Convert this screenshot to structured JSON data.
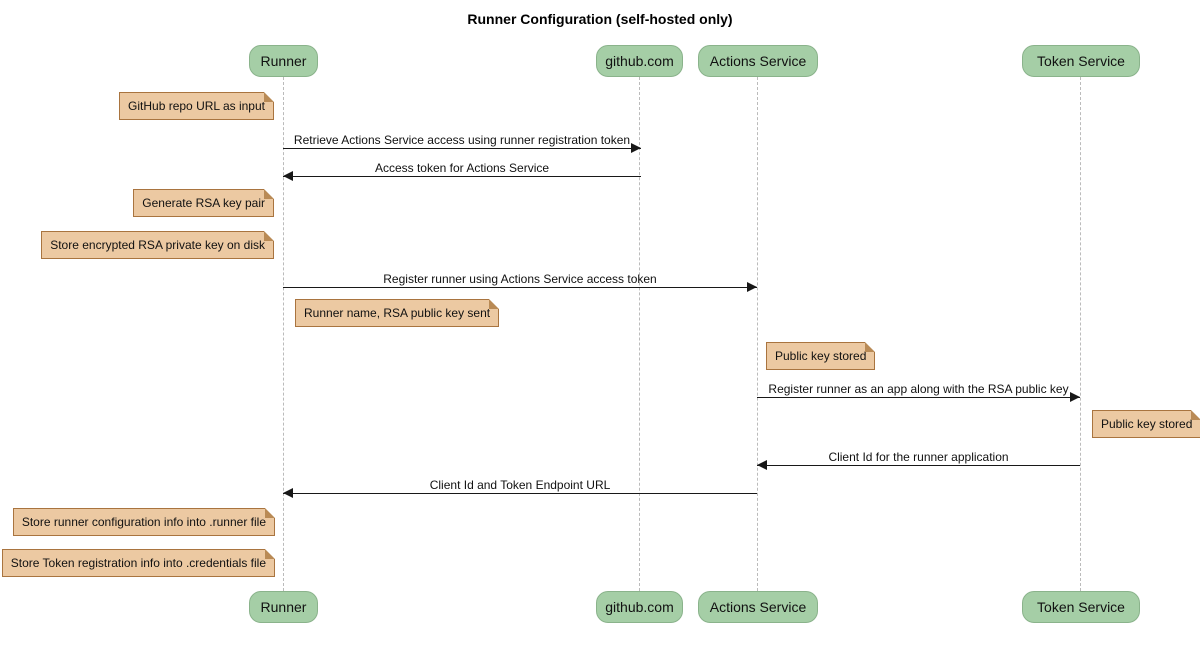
{
  "title": "Runner Configuration (self-hosted only)",
  "participants": [
    {
      "id": "runner",
      "label": "Runner"
    },
    {
      "id": "github",
      "label": "github.com"
    },
    {
      "id": "actions",
      "label": "Actions Service"
    },
    {
      "id": "token",
      "label": "Token Service"
    }
  ],
  "messages": [
    {
      "text": "Retrieve Actions Service access using runner registration token",
      "from": "Runner",
      "to": "github.com"
    },
    {
      "text": "Access token for Actions Service",
      "from": "github.com",
      "to": "Runner"
    },
    {
      "text": "Register runner using Actions Service access token",
      "from": "Runner",
      "to": "Actions Service"
    },
    {
      "text": "Register runner as an app along with the RSA public key",
      "from": "Actions Service",
      "to": "Token Service"
    },
    {
      "text": "Client Id for the runner application",
      "from": "Token Service",
      "to": "Actions Service"
    },
    {
      "text": "Client Id and Token Endpoint URL",
      "from": "Actions Service",
      "to": "Runner"
    }
  ],
  "notes": [
    {
      "text": "GitHub repo URL as input",
      "placement": "left of Runner"
    },
    {
      "text": "Generate RSA key pair",
      "placement": "left of Runner"
    },
    {
      "text": "Store encrypted RSA private key on disk",
      "placement": "left of Runner"
    },
    {
      "text": "Runner name, RSA public key sent",
      "placement": "right of Runner"
    },
    {
      "text": "Public key stored",
      "placement": "right of Actions Service"
    },
    {
      "text": "Public key stored",
      "placement": "right of Token Service"
    },
    {
      "text": "Store runner configuration info into .runner file",
      "placement": "left of Runner"
    },
    {
      "text": "Store Token registration info into .credentials file",
      "placement": "left of Runner"
    }
  ],
  "colors": {
    "participant_fill": "#A5CEA6",
    "participant_border": "#8AB38B",
    "note_fill": "#ECC9A2",
    "note_border": "#A9743F",
    "lifeline": "#BBBBBB",
    "arrow": "#181818",
    "background": "#FFFFFF"
  }
}
